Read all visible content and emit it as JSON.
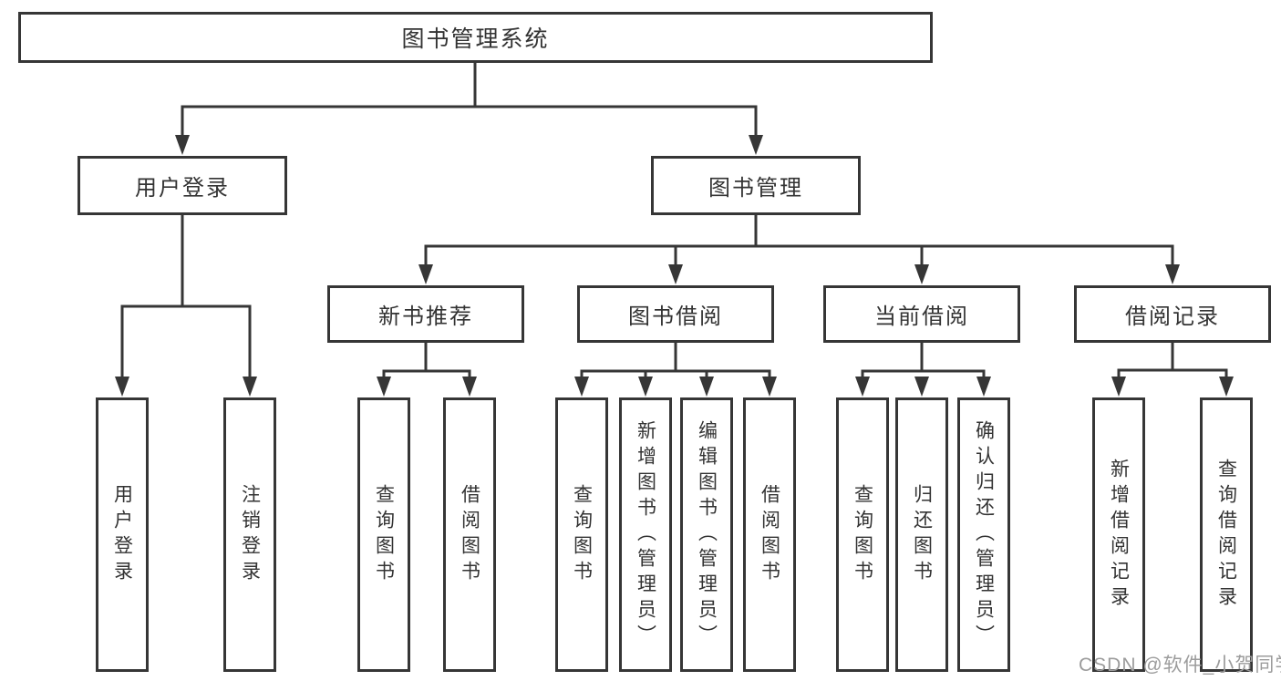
{
  "nodes": {
    "root": "图书管理系统",
    "user_login": "用户登录",
    "book_management": "图书管理",
    "new_book_recommend": "新书推荐",
    "book_borrow": "图书借阅",
    "current_borrow": "当前借阅",
    "borrow_record": "借阅记录",
    "leaf_user_login": "用户登录",
    "leaf_logout": "注销登录",
    "leaf_nb_query": "查询图书",
    "leaf_nb_borrow": "借阅图书",
    "leaf_bb_query": "查询图书",
    "leaf_bb_add": "新增图书（管理员）",
    "leaf_bb_edit": "编辑图书（管理员）",
    "leaf_bb_borrow": "借阅图书",
    "leaf_cb_query": "查询图书",
    "leaf_cb_return": "归还图书",
    "leaf_cb_confirm": "确认归还（管理员）",
    "leaf_br_add": "新增借阅记录",
    "leaf_br_query": "查询借阅记录"
  },
  "watermark": "CSDN @软件_小贺同学",
  "colors": {
    "line": "#363636",
    "text": "#333333",
    "watermark": "#9c9c9c",
    "background": "#ffffff"
  }
}
